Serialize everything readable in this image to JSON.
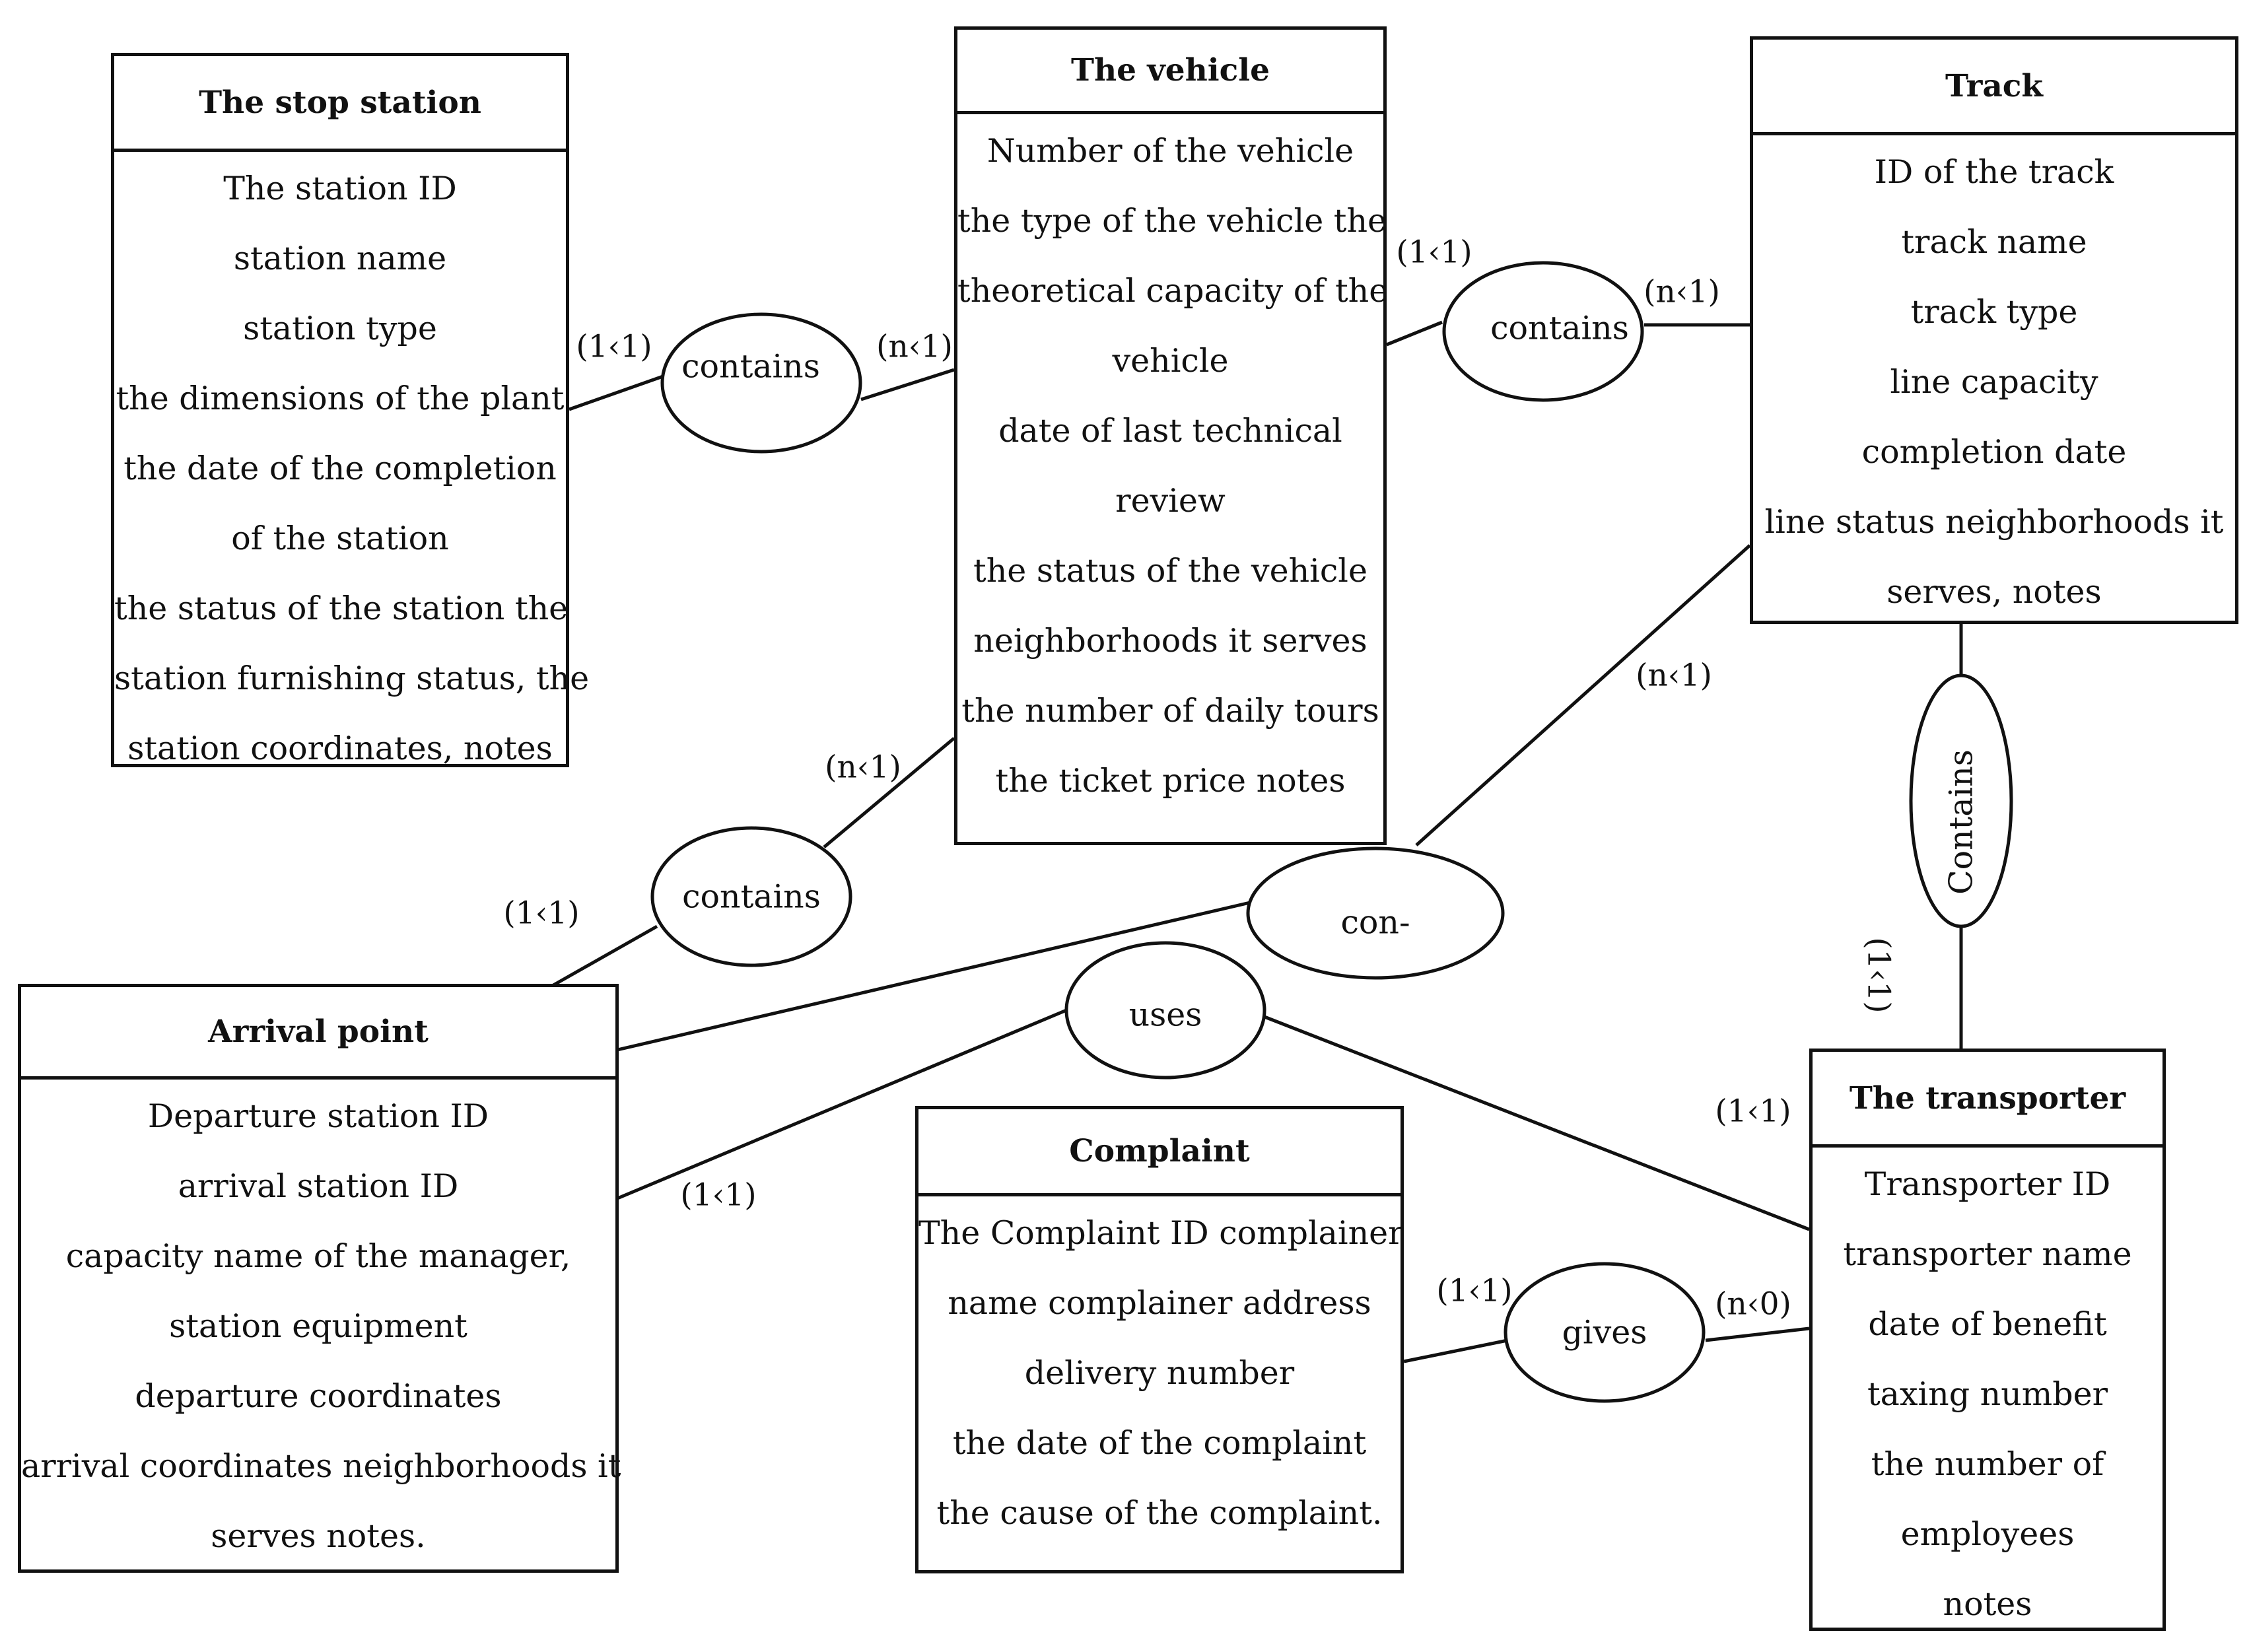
{
  "entities": {
    "stop_station": {
      "title": "The stop station",
      "attributes": [
        "The station ID",
        "station name",
        "station type",
        "the dimensions of the plant",
        "the date of the completion",
        "of the station",
        "the status of the station the",
        "station furnishing status, the",
        "station coordinates, notes"
      ]
    },
    "vehicle": {
      "title": "The vehicle",
      "attributes": [
        "Number of the vehicle",
        "the type of the vehicle the",
        "theoretical capacity of the",
        "vehicle",
        "date of last technical",
        "review",
        "the status of the vehicle",
        "neighborhoods it serves",
        "the number of daily tours",
        "the ticket price    notes"
      ]
    },
    "track": {
      "title": "Track",
      "attributes": [
        "ID of the track",
        "track name",
        "track type",
        "line capacity",
        "completion date",
        "line status neighborhoods it",
        "serves, notes"
      ]
    },
    "arrival_point": {
      "title": "Arrival point",
      "attributes": [
        "Departure station ID",
        "arrival station ID",
        "capacity     name of the manager,",
        "station equipment",
        "departure coordinates",
        "arrival coordinates neighborhoods it",
        "serves notes."
      ]
    },
    "complaint": {
      "title": "Complaint",
      "attributes": [
        "The Complaint ID complainer",
        "name complainer address",
        "delivery number",
        "the date of the complaint",
        "the cause of the complaint."
      ]
    },
    "transporter": {
      "title": "The transporter",
      "attributes": [
        "Transporter ID",
        "transporter name",
        "date of benefit",
        "taxing number",
        "the number of",
        "employees",
        "notes"
      ]
    }
  },
  "relationships": {
    "station_vehicle": "contains",
    "vehicle_track": "contains",
    "arrival_vehicle": "contains",
    "arrival_track": "con-",
    "arrival_transporter": "uses",
    "track_transporter": "Contains",
    "complaint_transporter": "gives"
  },
  "cardinalities": {
    "station_side": "(1‹1)",
    "vehicle_side_station": "(n‹1)",
    "vehicle_side_track": "(1‹1)",
    "track_side_vehicle": "(n‹1)",
    "vehicle_side_arrival": "(n‹1)",
    "arrival_side_vehicle": "(1‹1)",
    "track_side_arrival": "(n‹1)",
    "arrival_side_uses": "(1‹1)",
    "transporter_side_uses": "(1‹1)",
    "transporter_side_track": "(1‹1)",
    "complaint_side": "(1‹1)",
    "transporter_side_complaint": "(n‹0)"
  }
}
